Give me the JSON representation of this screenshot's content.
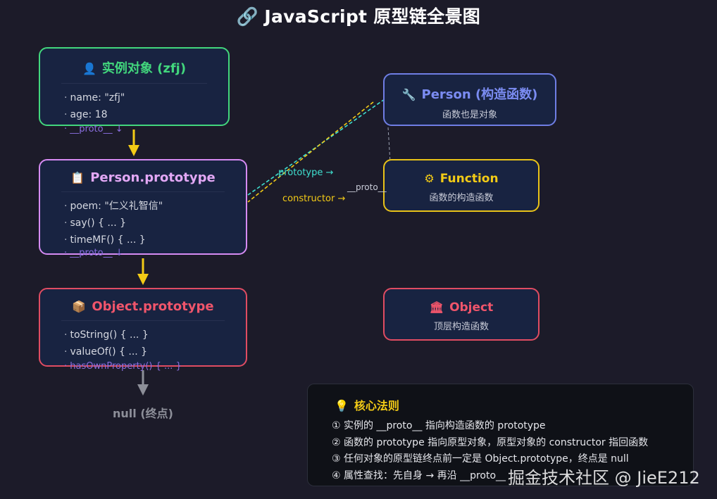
{
  "title": {
    "icon": "link-icon",
    "glyph": "🔗",
    "text": "JavaScript 原型链全景图"
  },
  "instance": {
    "icon": "user-icon",
    "glyph": "👤",
    "title": "实例对象 (zfj)",
    "props": [
      "name: \"zfj\"",
      "age: 18"
    ],
    "proto_link": "__proto__ ↓"
  },
  "person_prototype": {
    "icon": "clipboard-icon",
    "glyph": "📋",
    "title": "Person.prototype",
    "props": [
      "poem: \"仁义礼智信\"",
      "say() { ... }",
      "timeMF() { ... }"
    ],
    "proto_link": "__proto__ ↓"
  },
  "object_prototype": {
    "icon": "package-icon",
    "glyph": "📦",
    "title": "Object.prototype",
    "props": [
      "toString() { ... }",
      "valueOf() { ... }"
    ],
    "extra_prop": "hasOwnProperty() { ... }"
  },
  "person_ctor": {
    "icon": "wrench-icon",
    "glyph": "🔧",
    "title": "Person (构造函数)",
    "subtitle": "函数也是对象"
  },
  "function_ctor": {
    "icon": "gear-icon",
    "glyph": "⚙",
    "title": "Function",
    "subtitle": "函数的构造函数"
  },
  "object_ctor": {
    "icon": "bank-icon",
    "glyph": "🏛",
    "title": "Object",
    "subtitle": "顶层构造函数"
  },
  "labels": {
    "prototype": "prototype →",
    "constructor": "constructor →",
    "proto": "__proto__"
  },
  "null_end": "null (终点)",
  "rules": {
    "icon": "lightbulb-icon",
    "glyph": "💡",
    "title": "核心法则",
    "items": [
      "① 实例的 __proto__ 指向构造函数的 prototype",
      "② 函数的 prototype 指向原型对象，原型对象的 constructor 指回函数",
      "③ 任何对象的原型链终点前一定是 Object.prototype，终点是 null",
      "④ 属性查找：先自身 → 再沿 __proto__"
    ]
  },
  "watermark": "掘金技术社区 @ JieE212",
  "colors": {
    "background": "#1c1b29",
    "instance": "#42d77d",
    "person_prototype": "#d68bf3",
    "object_prototype": "#e04c62",
    "person_ctor": "#6f7ee4",
    "function_ctor": "#e9c318",
    "arrow": "#f3cb16",
    "prototype_line": "#3fe0d0",
    "constructor_line": "#f3cb16",
    "null_arrow": "#8d8f99"
  }
}
